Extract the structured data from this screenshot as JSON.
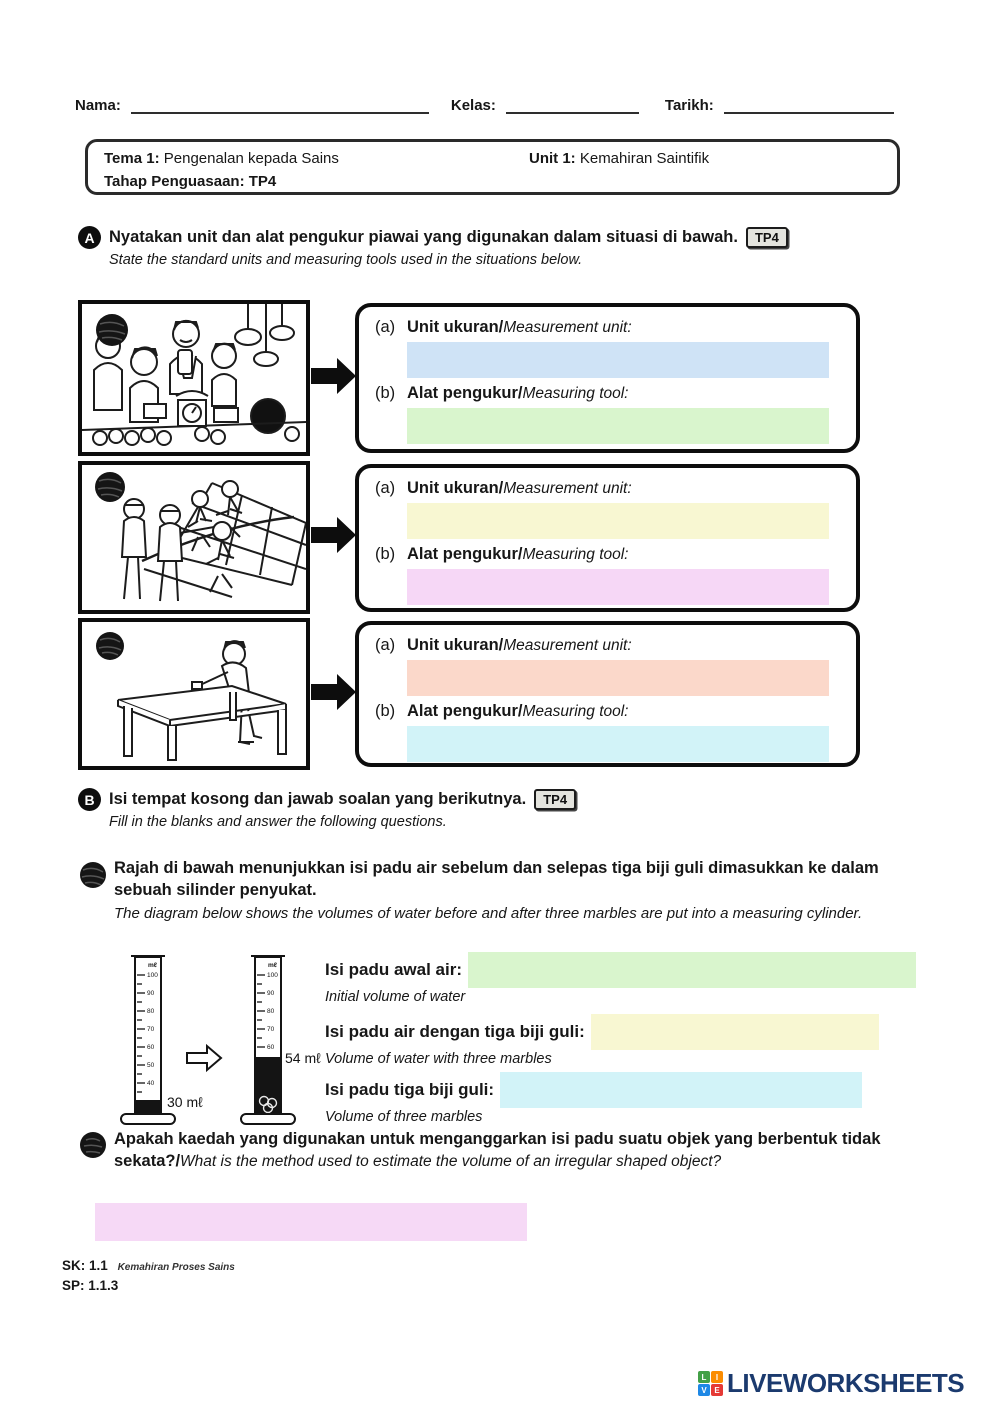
{
  "header": {
    "nama_label": "Nama:",
    "kelas_label": "Kelas:",
    "tarikh_label": "Tarikh:"
  },
  "info_box": {
    "tema_label": "Tema 1:",
    "tema_text": "Pengenalan kepada Sains",
    "tahap_label": "Tahap Penguasaan:",
    "tahap_value": "TP4",
    "unit_label": "Unit 1:",
    "unit_text": "Kemahiran Saintifik"
  },
  "section_a": {
    "marker": "A",
    "title_ms": "Nyatakan unit dan alat pengukur piawai yang digunakan dalam situasi di bawah.",
    "badge": "TP4",
    "title_en": "State the standard units and measuring tools used in the situations below."
  },
  "answer_rows": [
    {
      "scene": "market-weighing-fruits",
      "a_prefix": "(a)",
      "a_ms": "Unit ukuran/",
      "a_en": "Measurement unit:",
      "a_blank_color": "#cfe3f6",
      "b_prefix": "(b)",
      "b_ms": "Alat pengukur/",
      "b_en": "Measuring tool:",
      "b_blank_color": "#d9f5cd"
    },
    {
      "scene": "running-race-finish-line",
      "a_prefix": "(a)",
      "a_ms": "Unit ukuran/",
      "a_en": "Measurement unit:",
      "a_blank_color": "#f8f7d2",
      "b_prefix": "(b)",
      "b_ms": "Alat pengukur/",
      "b_en": "Measuring tool:",
      "b_blank_color": "#f6d7f6"
    },
    {
      "scene": "man-measuring-table",
      "a_prefix": "(a)",
      "a_ms": "Unit ukuran/",
      "a_en": "Measurement unit:",
      "a_blank_color": "#fbd8ca",
      "b_prefix": "(b)",
      "b_ms": "Alat pengukur/",
      "b_en": "Measuring tool:",
      "b_blank_color": "#d2f3f8"
    }
  ],
  "section_b": {
    "marker": "B",
    "title_ms": "Isi tempat kosong dan jawab soalan yang berikutnya.",
    "badge": "TP4",
    "title_en": "Fill in the blanks and answer the following questions."
  },
  "q1": {
    "text_ms": "Rajah di bawah menunjukkan isi padu air sebelum dan selepas tiga biji guli dimasukkan ke dalam sebuah silinder penyukat.",
    "text_en": "The diagram below shows the volumes of water before and after three marbles are put into a measuring cylinder.",
    "cylinders": {
      "scale_unit": "mℓ",
      "scale_ticks": [
        "100",
        "90",
        "80",
        "70",
        "60",
        "50",
        "40"
      ],
      "before_label": "30 mℓ",
      "after_label": "54 mℓ",
      "before_volume_ml": 30,
      "after_volume_ml": 54
    },
    "blanks": [
      {
        "label_ms": "Isi padu awal air:",
        "label_en": "Initial volume of water",
        "blank_color": "#d9f5cd"
      },
      {
        "label_ms": "Isi padu air dengan tiga biji guli:",
        "label_en": "Volume of water with three marbles",
        "blank_color": "#f8f7d2"
      },
      {
        "label_ms": "Isi padu tiga biji guli:",
        "label_en": "Volume of three marbles",
        "blank_color": "#d2f3f8"
      }
    ]
  },
  "q2": {
    "text_ms": "Apakah kaedah yang digunakan untuk menganggarkan isi padu suatu objek yang berbentuk tidak sekata?/",
    "text_en": "What is the method used to estimate the volume of an irregular shaped object?",
    "blank_color": "#f6d9f6"
  },
  "footer": {
    "sk_label": "SK:",
    "sk_value": "1.1",
    "sk_note": "Kemahiran Proses Sains",
    "sp_label": "SP:",
    "sp_value": "1.1.3"
  },
  "brand": {
    "name": "LIVEWORKSHEETS",
    "text_color": "#1b3a6e",
    "logo": [
      {
        "letter": "L",
        "color": "#43a047"
      },
      {
        "letter": "I",
        "color": "#fb8c00"
      },
      {
        "letter": "V",
        "color": "#1e88e5"
      },
      {
        "letter": "E",
        "color": "#e53935"
      }
    ]
  }
}
